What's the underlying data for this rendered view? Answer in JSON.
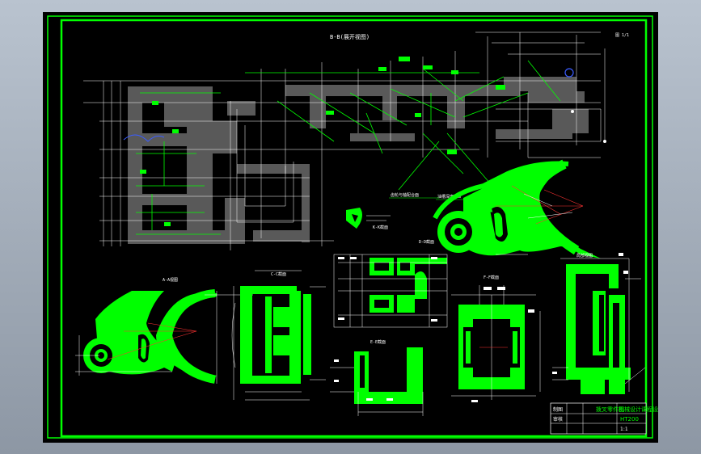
{
  "drawing": {
    "main_section_title": "B-B(展开视图)",
    "page_number": "图 1/1",
    "view_labels": [
      "A-A视图",
      "K-K截面",
      "C-C截面",
      "D-D截面",
      "E-E截面",
      "F-F截面",
      "局部视图"
    ],
    "callouts": [
      "齿轮与轴配合面",
      "油槽深度2mm"
    ],
    "title_block": {
      "name": "拨叉零件图",
      "company": "机械设计课程设计",
      "scale": "1:1",
      "material": "HT200",
      "drawer": "制图",
      "checker": "审核"
    }
  },
  "colors": {
    "background": "#000000",
    "frame": "#00ff00",
    "section": "#00ff00",
    "hatch": "#595959",
    "dimension": "#ffffff",
    "center": "#ff3333",
    "accent_blue": "#3a5cff"
  }
}
